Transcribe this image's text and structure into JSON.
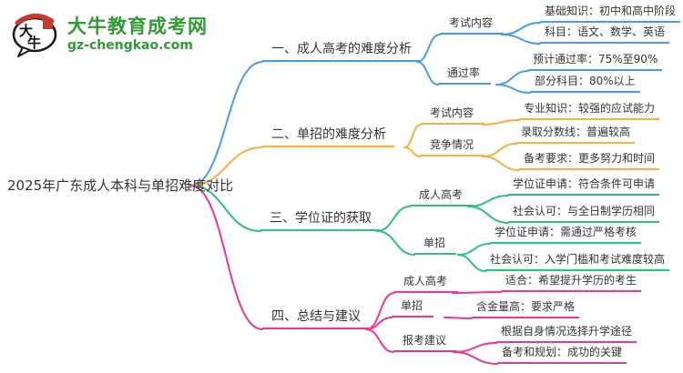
{
  "colors": {
    "blue": "#459bf0",
    "orange": "#fbae40",
    "green": "#2bc17e",
    "pink": "#f0368c",
    "brand_green": "#2e9b33",
    "logo_red": "#c9392c",
    "text": "#333333"
  },
  "site": {
    "name": "大牛教育成考网",
    "domain": "gz-chengkao.com",
    "logo_mark_char1": "大",
    "logo_mark_char2": "牛"
  },
  "mindmap": {
    "root": "2025年广东成人本科与单招难度对比",
    "branches": [
      {
        "label": "一、成人高考的难度分析",
        "color": "blue",
        "children": [
          {
            "label": "考试内容",
            "children": [
              "基础知识：初中和高中阶段",
              "科目：语文、数学、英语"
            ]
          },
          {
            "label": "通过率",
            "children": [
              "预计通过率：75%至90%",
              "部分科目：80%以上"
            ]
          }
        ]
      },
      {
        "label": "二、单招的难度分析",
        "color": "orange",
        "children": [
          {
            "label": "考试内容",
            "children": [
              "专业知识：较强的应试能力"
            ]
          },
          {
            "label": "竞争情况",
            "children": [
              "录取分数线：普遍较高",
              "备考要求：更多努力和时间"
            ]
          }
        ]
      },
      {
        "label": "三、学位证的获取",
        "color": "green",
        "children": [
          {
            "label": "成人高考",
            "children": [
              "学位证申请：符合条件可申请",
              "社会认可：与全日制学历相同"
            ]
          },
          {
            "label": "单招",
            "children": [
              "学位证申请：需通过严格考核",
              "社会认可：入学门槛和考试难度较高"
            ]
          }
        ]
      },
      {
        "label": "四、总结与建议",
        "color": "pink",
        "children": [
          {
            "label": "成人高考",
            "children": [
              "适合：希望提升学历的考生"
            ]
          },
          {
            "label": "单招",
            "children": [
              "含金量高：要求严格"
            ]
          },
          {
            "label": "报考建议",
            "children": [
              "根据自身情况选择升学途径",
              "备考和规划：成功的关键"
            ]
          }
        ]
      }
    ]
  }
}
